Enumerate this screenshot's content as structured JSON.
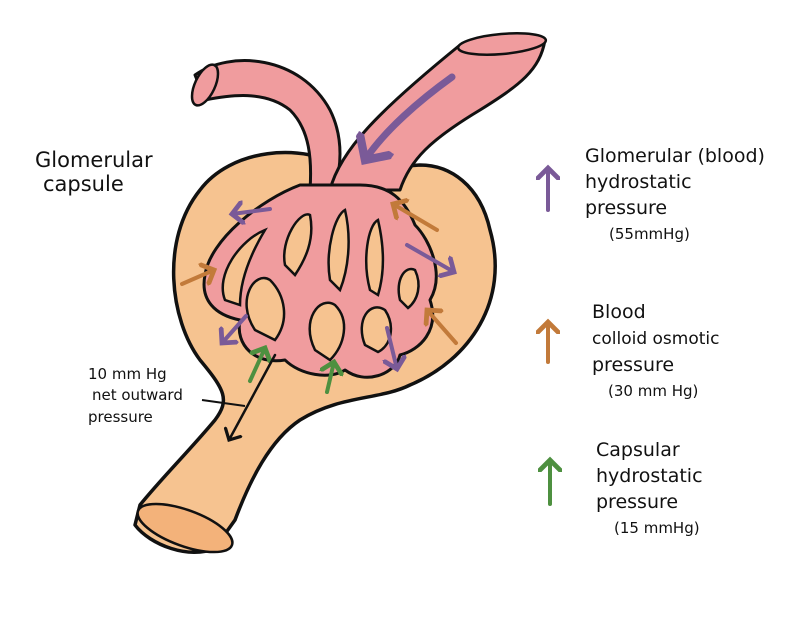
{
  "colors": {
    "capsule_fill": "#f6c390",
    "capsule_inner": "#f3b27a",
    "vessel_fill": "#f09c9e",
    "outline": "#111111",
    "glomerular_hydrostatic": "#7a5a98",
    "colloid_osmotic": "#c27a3a",
    "capsular_hydrostatic": "#4e9040"
  },
  "labels": {
    "capsule_title": [
      "Glomerular",
      "capsule"
    ],
    "net_pressure": [
      "10 mm Hg",
      "net outward",
      "pressure"
    ]
  },
  "legend": [
    {
      "key": "glomerular_hydrostatic",
      "icon": "up-arrow-purple",
      "lines": [
        "Glomerular (blood)",
        "hydrostatic",
        "pressure"
      ],
      "value": "(55mmHg)"
    },
    {
      "key": "colloid_osmotic",
      "icon": "up-arrow-orange",
      "lines": [
        "Blood",
        "colloid osmotic",
        "pressure"
      ],
      "value": "(30 mm Hg)"
    },
    {
      "key": "capsular_hydrostatic",
      "icon": "up-arrow-green",
      "lines": [
        "Capsular",
        "hydrostatic",
        "pressure"
      ],
      "value": "(15 mmHg)"
    }
  ]
}
